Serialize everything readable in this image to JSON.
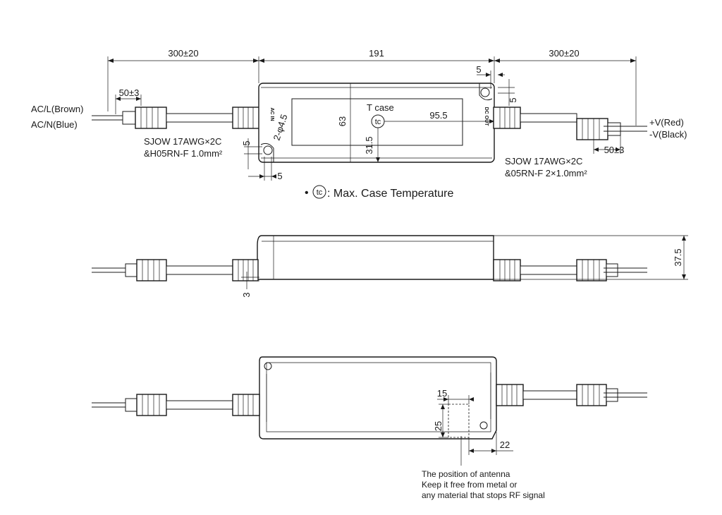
{
  "top_view": {
    "dim_left_cable": "300±20",
    "dim_body_length": "191",
    "dim_right_cable": "300±20",
    "dim_input_strip": "50±3",
    "dim_output_strip": "50±3",
    "dim_body_width": "63",
    "dim_tcase_x": "95.5",
    "dim_tcase_y": "31.5",
    "tcase_label": "T case",
    "tc_symbol": "tc",
    "hole_label": "2-φ4.5",
    "dim_hole_offset_top_right_h": "5",
    "dim_hole_offset_top_right_v": "5",
    "dim_hole_offset_bottom_left_v": "5",
    "dim_hole_offset_bottom_left_h": "5",
    "input_wire_1": "AC/L(Brown)",
    "input_wire_2": "AC/N(Blue)",
    "output_wire_1": "+V(Red)",
    "output_wire_2": "-V(Black)",
    "input_cable_spec_1": "SJOW 17AWG×2C",
    "input_cable_spec_2": "&H05RN-F 1.0mm²",
    "output_cable_spec_1": "SJOW 17AWG×2C",
    "output_cable_spec_2": "&05RN-F 2×1.0mm²",
    "ac_in_mark": "AC IN",
    "dc_out_mark": "DC OUT",
    "legend_bullet": "•",
    "legend_text": ": Max. Case Temperature"
  },
  "side_view": {
    "dim_height": "37.5",
    "dim_flange": "3"
  },
  "bottom_view": {
    "dim_antenna_width": "15",
    "dim_antenna_height": "25",
    "dim_antenna_offset": "22",
    "note_line_1": "The position of antenna",
    "note_line_2": "Keep it free from  metal or",
    "note_line_3": "any material that stops RF signal"
  }
}
